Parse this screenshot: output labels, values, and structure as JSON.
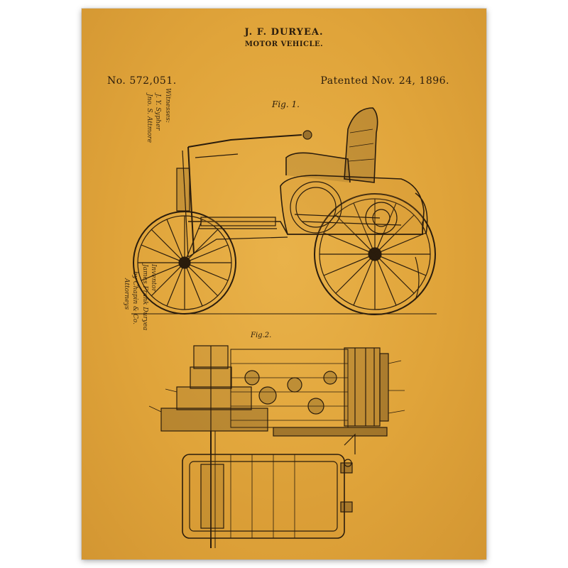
{
  "patent": {
    "inventor": "J. F. DURYEA.",
    "invention": "MOTOR VEHICLE.",
    "number": "No. 572,051.",
    "date": "Patented Nov. 24, 1896."
  },
  "figures": {
    "fig1": "Fig. 1.",
    "fig2": "Fig.2."
  },
  "signatures": {
    "witnesses_label": "Witnesses:",
    "witness_1": "J. Y. Sypher",
    "witness_2": "Jno. S. Attmore",
    "inventor_label": "Inventor",
    "inventor": "James Frank Duryea",
    "by": "by Chapin & Co.",
    "attorneys": "Attorneys"
  },
  "colors": {
    "paper": "#e0a43a",
    "ink": "#2a1c0c"
  }
}
